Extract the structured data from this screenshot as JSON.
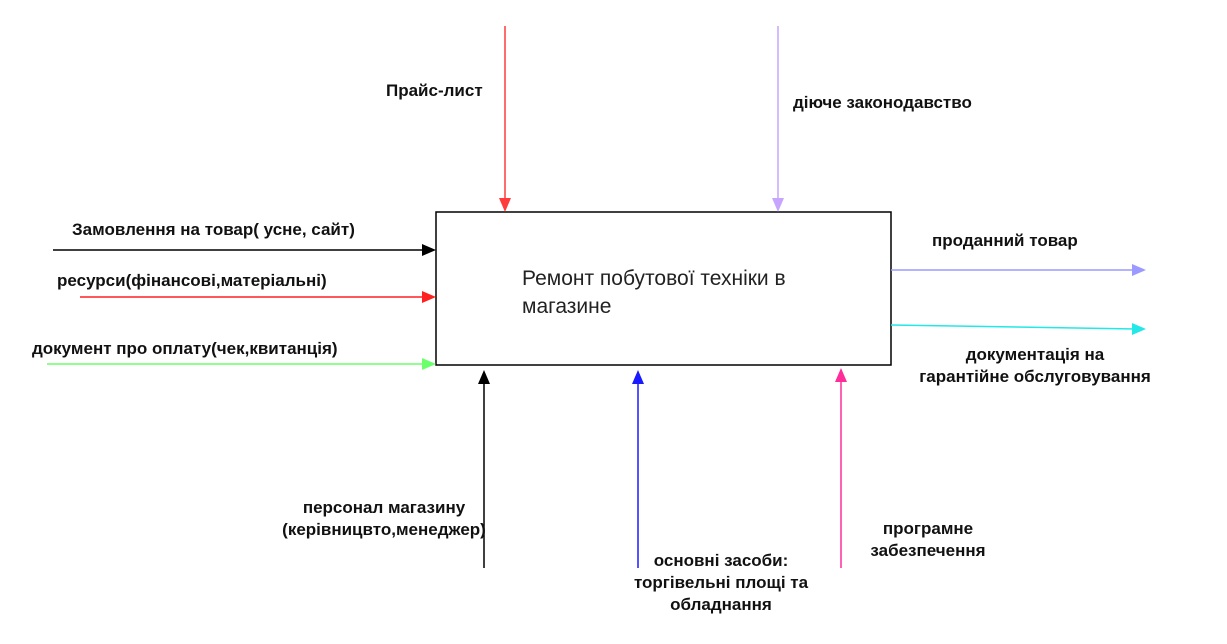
{
  "diagram": {
    "function_box": {
      "title_lines": [
        "Ремонт побутової техніки в",
        "магазине"
      ]
    },
    "controls": {
      "price_list": {
        "label": "Прайс-лист",
        "color": "#ff3b3b"
      },
      "legislation": {
        "label": "діюче законодавство",
        "color": "#c7a5ff"
      }
    },
    "inputs": {
      "order": {
        "label": "Замовлення на товар( усне, сайт)",
        "color": "#000000"
      },
      "resources": {
        "label": "ресурси(фінансові,матеріальні)",
        "color": "#ff2020"
      },
      "payment_doc": {
        "label": "документ про оплату(чек,квитанція)",
        "color": "#6cff6c"
      }
    },
    "outputs": {
      "sold_goods": {
        "label": "проданний товар",
        "color": "#9a9aff"
      },
      "warranty_docs": {
        "label_lines": [
          "документація на",
          "гарантійне обслуговування"
        ],
        "color": "#22e8e8"
      }
    },
    "mechanisms": {
      "staff": {
        "label_lines": [
          "персонал магазину",
          "(керівницвто,менеджер)"
        ],
        "color": "#000000"
      },
      "fixed_assets": {
        "label_lines": [
          "основні засоби:",
          "торгівельні площі та",
          "обладнання"
        ],
        "color": "#1a1aff"
      },
      "software": {
        "label_lines": [
          "програмне",
          "забезпечення"
        ],
        "color": "#ff2d9a"
      }
    }
  }
}
